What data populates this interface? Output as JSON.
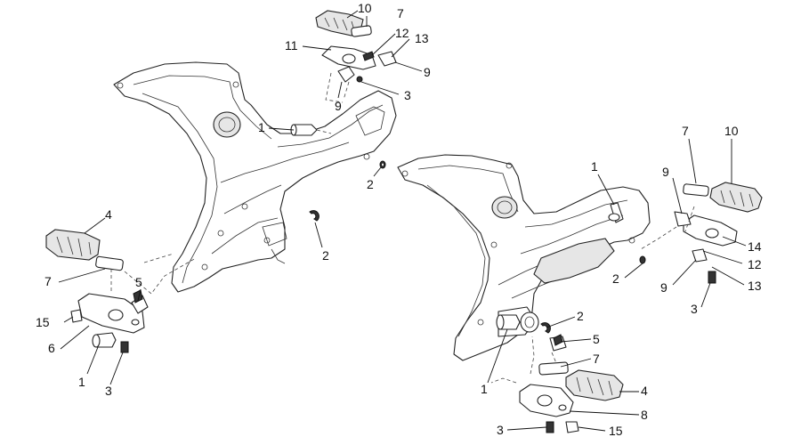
{
  "callouts": [
    {
      "id": "c-tl-10",
      "text": "10"
    },
    {
      "id": "c-tl-7",
      "text": "7"
    },
    {
      "id": "c-tl-11",
      "text": "11"
    },
    {
      "id": "c-tl-12",
      "text": "12"
    },
    {
      "id": "c-tl-13",
      "text": "13"
    },
    {
      "id": "c-tl-9a",
      "text": "9"
    },
    {
      "id": "c-tl-9b",
      "text": "9"
    },
    {
      "id": "c-tl-3",
      "text": "3"
    },
    {
      "id": "c-l-1",
      "text": "1"
    },
    {
      "id": "c-l-2a",
      "text": "2"
    },
    {
      "id": "c-l-2b",
      "text": "2"
    },
    {
      "id": "c-bl-4",
      "text": "4"
    },
    {
      "id": "c-bl-7",
      "text": "7"
    },
    {
      "id": "c-bl-5",
      "text": "5"
    },
    {
      "id": "c-bl-15",
      "text": "15"
    },
    {
      "id": "c-bl-6",
      "text": "6"
    },
    {
      "id": "c-bl-1",
      "text": "1"
    },
    {
      "id": "c-bl-3",
      "text": "3"
    },
    {
      "id": "c-r-1",
      "text": "1"
    },
    {
      "id": "c-r-7",
      "text": "7"
    },
    {
      "id": "c-r-10",
      "text": "10"
    },
    {
      "id": "c-r-9a",
      "text": "9"
    },
    {
      "id": "c-r-14",
      "text": "14"
    },
    {
      "id": "c-r-12",
      "text": "12"
    },
    {
      "id": "c-r-2",
      "text": "2"
    },
    {
      "id": "c-r-9b",
      "text": "9"
    },
    {
      "id": "c-r-13",
      "text": "13"
    },
    {
      "id": "c-r-3",
      "text": "3"
    },
    {
      "id": "c-br-2",
      "text": "2"
    },
    {
      "id": "c-br-5",
      "text": "5"
    },
    {
      "id": "c-br-7",
      "text": "7"
    },
    {
      "id": "c-br-1",
      "text": "1"
    },
    {
      "id": "c-br-4",
      "text": "4"
    },
    {
      "id": "c-br-8",
      "text": "8"
    },
    {
      "id": "c-br-3",
      "text": "3"
    },
    {
      "id": "c-br-15",
      "text": "15"
    }
  ]
}
